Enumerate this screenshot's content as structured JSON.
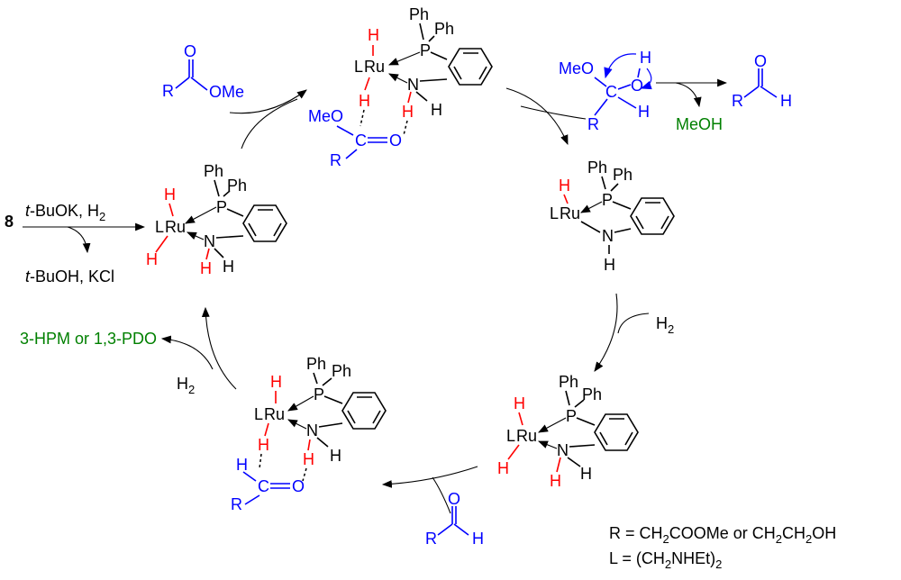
{
  "atoms": {
    "ru": "Ru",
    "l": "L",
    "p": "P",
    "n": "N",
    "h": "H",
    "ph": "Ph",
    "o": "O",
    "c": "C",
    "r": "R",
    "meo": "MeO",
    "ome": "OMe"
  },
  "labels": {
    "start_compound": "8",
    "reagent_top": "t-BuOK, H",
    "reagent_top_sub": "2",
    "byproduct": "t-BuOH, KCl",
    "meoh": "MeOH",
    "h2_right": "H",
    "h2_right_sub": "2",
    "h2_left": "H",
    "h2_left_sub": "2",
    "product": "3-HPM or 1,3-PDO",
    "legend_r_prefix": "R = CH",
    "legend_r_sub1": "2",
    "legend_r_mid": "COOMe or CH",
    "legend_r_sub2": "2",
    "legend_r_mid2": "CH",
    "legend_r_sub3": "2",
    "legend_r_end": "OH",
    "legend_l_prefix": "L = (CH",
    "legend_l_sub1": "2",
    "legend_l_mid": "NHEt)",
    "legend_l_sub2": "2"
  },
  "colors": {
    "substrate": "#0000ff",
    "hydride": "#ff0000",
    "product": "#008000",
    "ink": "#000000"
  }
}
